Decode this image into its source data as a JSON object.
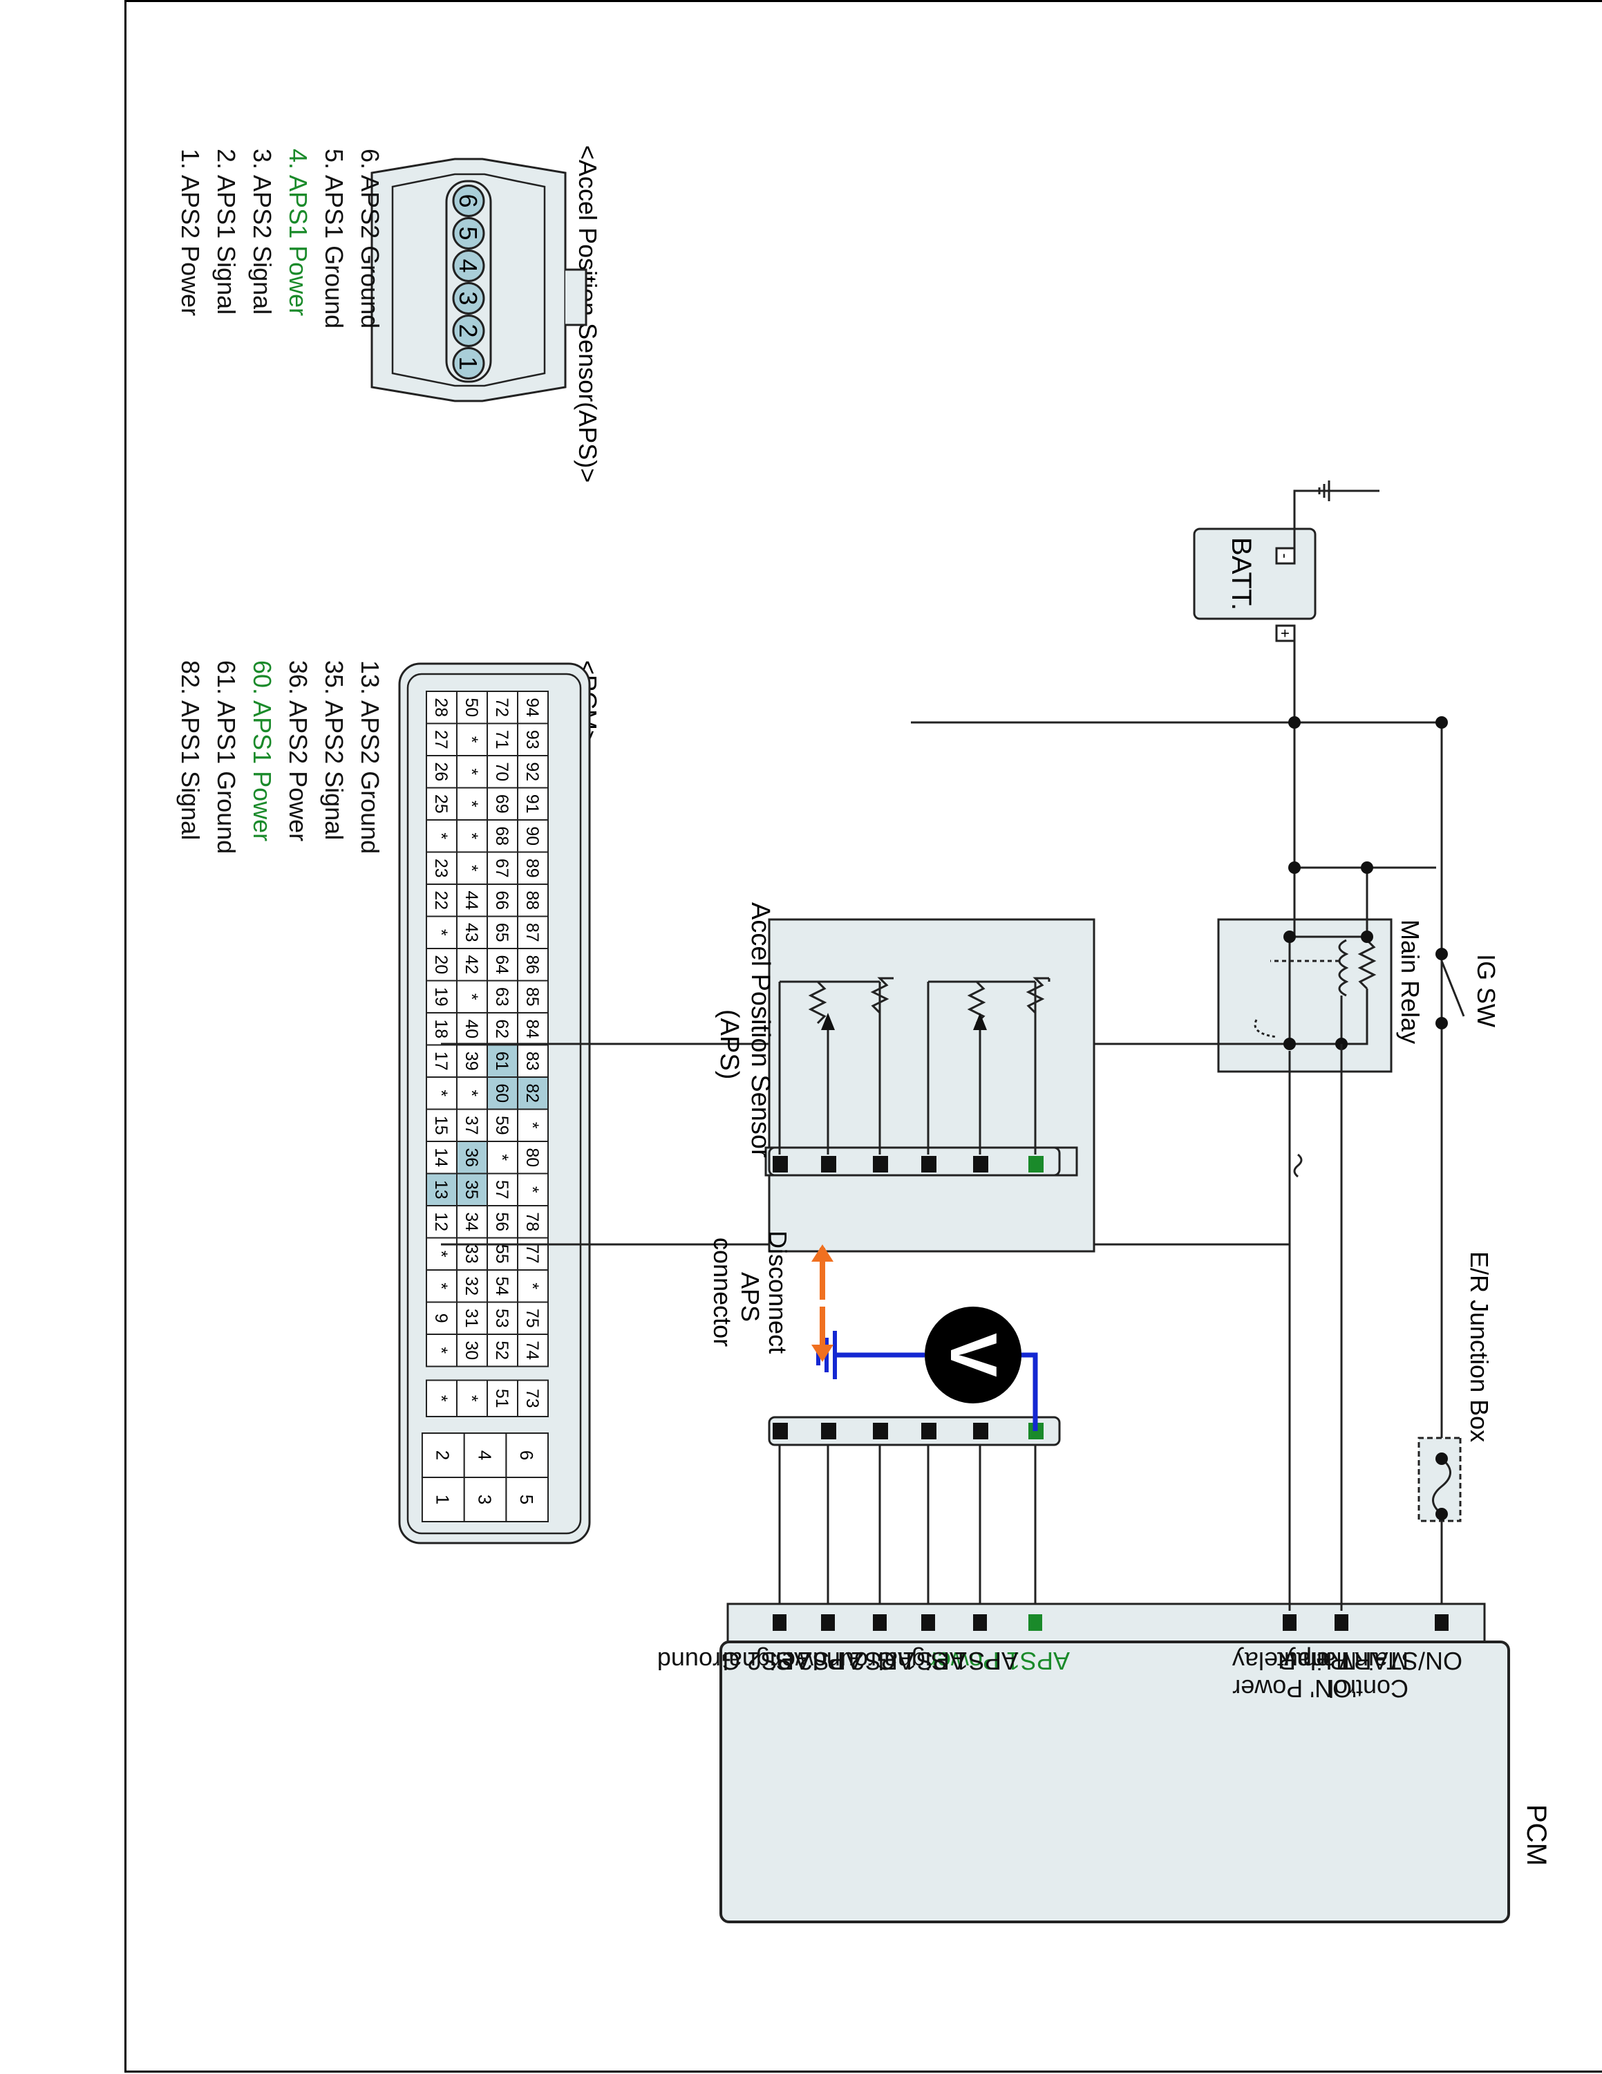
{
  "aps_connector": {
    "title": "<Accel Position Sensor(APS)>",
    "pins": [
      "6",
      "5",
      "4",
      "3",
      "2",
      "1"
    ],
    "legend": [
      {
        "text": "1. APS2 Power",
        "highlight": false
      },
      {
        "text": "2. APS1 Signal",
        "highlight": false
      },
      {
        "text": "3. APS2 Signal",
        "highlight": false
      },
      {
        "text": "4. APS1 Power",
        "highlight": true
      },
      {
        "text": "5. APS1 Ground",
        "highlight": false
      },
      {
        "text": "6. APS2 Ground",
        "highlight": false
      }
    ]
  },
  "pcm_connector": {
    "title": "<PCM>",
    "rows": [
      [
        "94",
        "93",
        "92",
        "91",
        "90",
        "89",
        "88",
        "87",
        "86",
        "85",
        "84",
        "83",
        "82",
        "*",
        "80",
        "*",
        "78",
        "77",
        "*",
        "75",
        "74"
      ],
      [
        "72",
        "71",
        "70",
        "69",
        "68",
        "67",
        "66",
        "65",
        "64",
        "63",
        "62",
        "61",
        "60",
        "59",
        "*",
        "57",
        "56",
        "55",
        "54",
        "53",
        "52"
      ],
      [
        "50",
        "*",
        "*",
        "*",
        "*",
        "*",
        "44",
        "43",
        "42",
        "*",
        "40",
        "39",
        "*",
        "37",
        "36",
        "35",
        "34",
        "33",
        "32",
        "31",
        "30"
      ],
      [
        "28",
        "27",
        "26",
        "25",
        "*",
        "23",
        "22",
        "*",
        "20",
        "19",
        "18",
        "17",
        "*",
        "15",
        "14",
        "13",
        "12",
        "*",
        "*",
        "9",
        "*"
      ]
    ],
    "side_rows": [
      [
        "73"
      ],
      [
        "51"
      ],
      [
        "*"
      ],
      [
        "*"
      ]
    ],
    "small_pins": [
      [
        "6",
        "5"
      ],
      [
        "4",
        "3"
      ],
      [
        "2",
        "1"
      ]
    ],
    "highlighted": [
      "82",
      "61",
      "60",
      "36",
      "35",
      "13"
    ],
    "legend": [
      {
        "text": "13. APS2 Ground",
        "highlight": false
      },
      {
        "text": "35. APS2 Signal",
        "highlight": false
      },
      {
        "text": "36. APS2 Power",
        "highlight": false
      },
      {
        "text": "60. APS1 Power",
        "highlight": true
      },
      {
        "text": "61. APS1 Ground",
        "highlight": false
      },
      {
        "text": "82. APS1 Signal",
        "highlight": false
      }
    ]
  },
  "circuit": {
    "battery_label": "BATT.",
    "battery_plus": "+",
    "battery_minus": "-",
    "ig_sw_label": "IG SW",
    "main_relay_label": "Main Relay",
    "junction_box_label": "E/R Junction Box",
    "sensor_label_line1": "Accel Position Sensor",
    "sensor_label_line2": "(APS)",
    "disconnect_line1": "Disconnect",
    "disconnect_line2": "APS",
    "disconnect_line3": "connector",
    "voltmeter_symbol": "V",
    "pcm_title": "PCM",
    "pcm_terminals": [
      {
        "text": "ON/START Input",
        "highlight": false
      },
      {
        "text": "Main Relay",
        "highlight": false
      },
      {
        "text": "Control",
        "highlight": false
      },
      {
        "text": "Main Relay",
        "highlight": false
      },
      {
        "text": "'ON' Power",
        "highlight": false
      },
      {
        "text": "APS1 Power",
        "highlight": true
      },
      {
        "text": "APS1 Signal",
        "highlight": false
      },
      {
        "text": "APS1 Ground",
        "highlight": false
      },
      {
        "text": "APS2 Power",
        "highlight": false
      },
      {
        "text": "APS2 Signal",
        "highlight": false
      },
      {
        "text": "APS2 Ground",
        "highlight": false
      }
    ]
  },
  "colors": {
    "highlight_text": "#1a8a2a",
    "highlight_cell": "#a9ced8",
    "connector_fill": "#e4ecee",
    "probe_wire": "#1428d2",
    "arrow": "#f07020",
    "pin_active": "#1a8a2a"
  }
}
